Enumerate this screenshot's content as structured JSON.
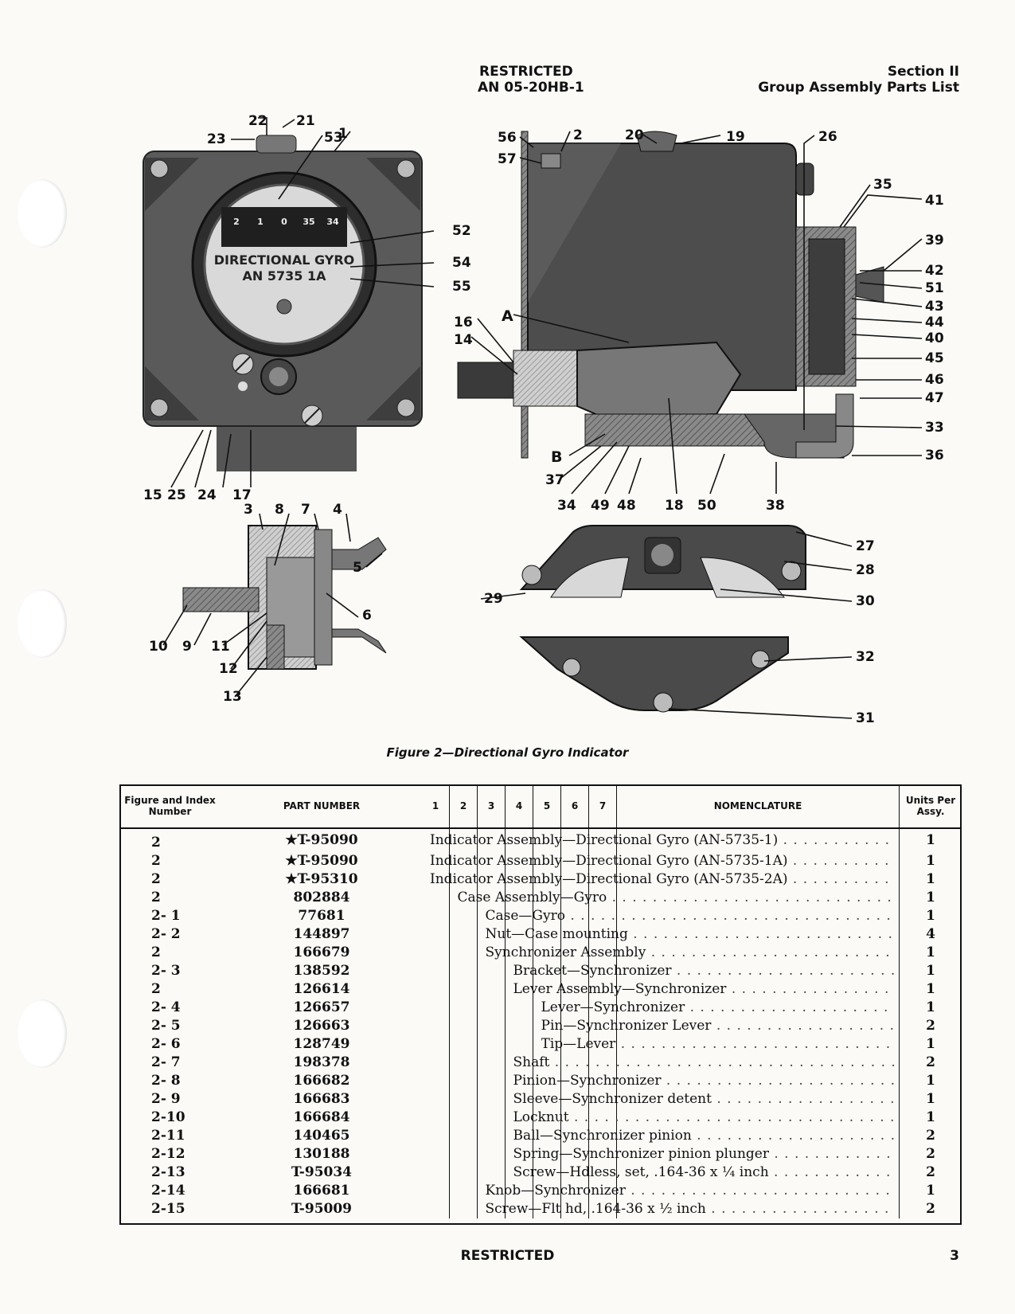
{
  "header": {
    "center_line1": "RESTRICTED",
    "center_line2": "AN 05-20HB-1",
    "right_line1": "Section II",
    "right_line2": "Group Assembly Parts List"
  },
  "figure": {
    "caption": "Figure 2—Directional Gyro Indicator",
    "dial_text_1": "DIRECTIONAL GYRO",
    "dial_text_2": "AN 5735 1A",
    "dial_numbers": [
      "2",
      "1",
      "0",
      "35",
      "34"
    ],
    "callouts": [
      "1",
      "2",
      "3",
      "4",
      "5",
      "6",
      "7",
      "8",
      "9",
      "10",
      "11",
      "12",
      "13",
      "14",
      "15",
      "16",
      "17",
      "18",
      "19",
      "20",
      "21",
      "22",
      "23",
      "24",
      "25",
      "26",
      "27",
      "28",
      "29",
      "30",
      "31",
      "32",
      "33",
      "34",
      "35",
      "36",
      "37",
      "38",
      "39",
      "40",
      "41",
      "42",
      "43",
      "44",
      "45",
      "46",
      "47",
      "48",
      "49",
      "50",
      "51",
      "52",
      "53",
      "54",
      "55",
      "56",
      "57",
      "A",
      "B"
    ]
  },
  "table": {
    "headers": {
      "figure_index": "Figure and Index Number",
      "part_number": "PART NUMBER",
      "indent_cols": [
        "1",
        "2",
        "3",
        "4",
        "5",
        "6",
        "7"
      ],
      "nomenclature": "NOMENCLATURE",
      "units": "Units Per Assy."
    },
    "rows": [
      {
        "fig": "2",
        "part": "★T-95090",
        "indent": 0,
        "nom": "Indicator Assembly—Directional Gyro (AN-5735-1)",
        "units": "1"
      },
      {
        "fig": "2",
        "part": "★T-95090",
        "indent": 0,
        "nom": "Indicator Assembly—Directional Gyro (AN-5735-1A)",
        "units": "1"
      },
      {
        "fig": "2",
        "part": "★T-95310",
        "indent": 0,
        "nom": "Indicator Assembly—Directional Gyro (AN-5735-2A)",
        "units": "1"
      },
      {
        "fig": "2",
        "part": "802884",
        "indent": 1,
        "nom": "Case Assembly—Gyro",
        "units": "1"
      },
      {
        "fig": "2- 1",
        "part": "77681",
        "indent": 2,
        "nom": "Case—Gyro",
        "units": "1"
      },
      {
        "fig": "2- 2",
        "part": "144897",
        "indent": 2,
        "nom": "Nut—Case mounting",
        "units": "4"
      },
      {
        "fig": "2",
        "part": "166679",
        "indent": 2,
        "nom": "Synchronizer Assembly",
        "units": "1"
      },
      {
        "fig": "2- 3",
        "part": "138592",
        "indent": 3,
        "nom": "Bracket—Synchronizer",
        "units": "1"
      },
      {
        "fig": "2",
        "part": "126614",
        "indent": 3,
        "nom": "Lever Assembly—Synchronizer",
        "units": "1"
      },
      {
        "fig": "2- 4",
        "part": "126657",
        "indent": 4,
        "nom": "Lever—Synchronizer",
        "units": "1"
      },
      {
        "fig": "2- 5",
        "part": "126663",
        "indent": 4,
        "nom": "Pin—Synchronizer Lever",
        "units": "2"
      },
      {
        "fig": "2- 6",
        "part": "128749",
        "indent": 4,
        "nom": "Tip—Lever",
        "units": "1"
      },
      {
        "fig": "2- 7",
        "part": "198378",
        "indent": 3,
        "nom": "Shaft",
        "units": "2"
      },
      {
        "fig": "2- 8",
        "part": "166682",
        "indent": 3,
        "nom": "Pinion—Synchronizer",
        "units": "1"
      },
      {
        "fig": "2- 9",
        "part": "166683",
        "indent": 3,
        "nom": "Sleeve—Synchronizer detent",
        "units": "1"
      },
      {
        "fig": "2-10",
        "part": "166684",
        "indent": 3,
        "nom": "Locknut",
        "units": "1"
      },
      {
        "fig": "2-11",
        "part": "140465",
        "indent": 3,
        "nom": "Ball—Synchronizer pinion",
        "units": "2"
      },
      {
        "fig": "2-12",
        "part": "130188",
        "indent": 3,
        "nom": "Spring—Synchronizer pinion plunger",
        "units": "2"
      },
      {
        "fig": "2-13",
        "part": "T-95034",
        "indent": 3,
        "nom": "Screw—Hdless, set, .164-36 x ¼ inch",
        "units": "2"
      },
      {
        "fig": "2-14",
        "part": "166681",
        "indent": 2,
        "nom": "Knob—Synchronizer",
        "units": "1"
      },
      {
        "fig": "2-15",
        "part": "T-95009",
        "indent": 2,
        "nom": "Screw—Flt hd, .164-36 x ½ inch",
        "units": "2"
      }
    ]
  },
  "footer": {
    "center": "RESTRICTED",
    "page": "3"
  }
}
